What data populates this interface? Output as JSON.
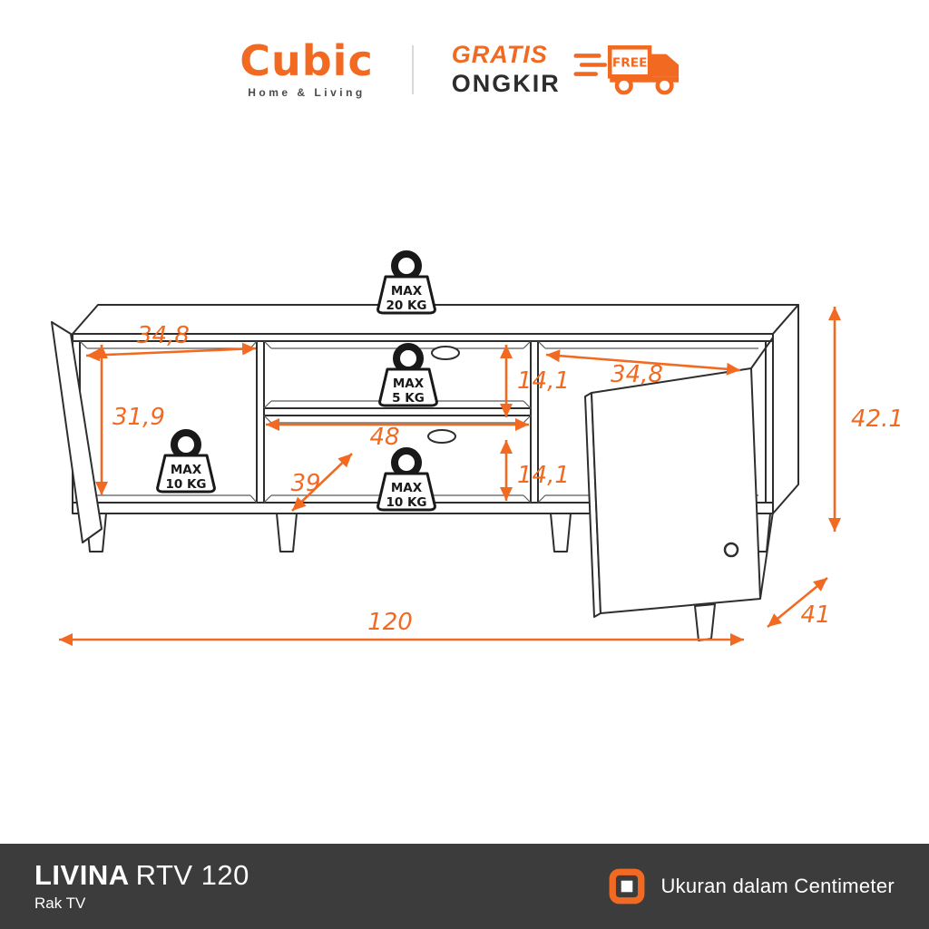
{
  "header": {
    "brand": "Cubic",
    "brand_tagline": "Home & Living",
    "promo": {
      "line1": "GRATIS",
      "line2": "ONGKIR",
      "badge": "FREE"
    }
  },
  "diagram": {
    "weights": [
      {
        "label": "MAX",
        "value": "20 KG"
      },
      {
        "label": "MAX",
        "value": "5 KG"
      },
      {
        "label": "MAX",
        "value": "10 KG"
      },
      {
        "label": "MAX",
        "value": "10 KG"
      }
    ],
    "dimensions": {
      "left_inner_width": "34,8",
      "left_inner_height": "31,9",
      "upper_shelf_height": "14,1",
      "lower_shelf_height": "14,1",
      "middle_width": "48",
      "inner_depth": "39",
      "right_inner_width": "34,8",
      "overall_height": "42.1",
      "overall_width": "120",
      "overall_depth": "41"
    }
  },
  "footer": {
    "product_series": "LIVINA",
    "product_model": "RTV 120",
    "product_category": "Rak TV",
    "unit_note": "Ukuran dalam Centimeter"
  },
  "colors": {
    "accent": "#F26A21",
    "footer_bg": "#3C3C3C",
    "line": "#2E2E2E"
  }
}
